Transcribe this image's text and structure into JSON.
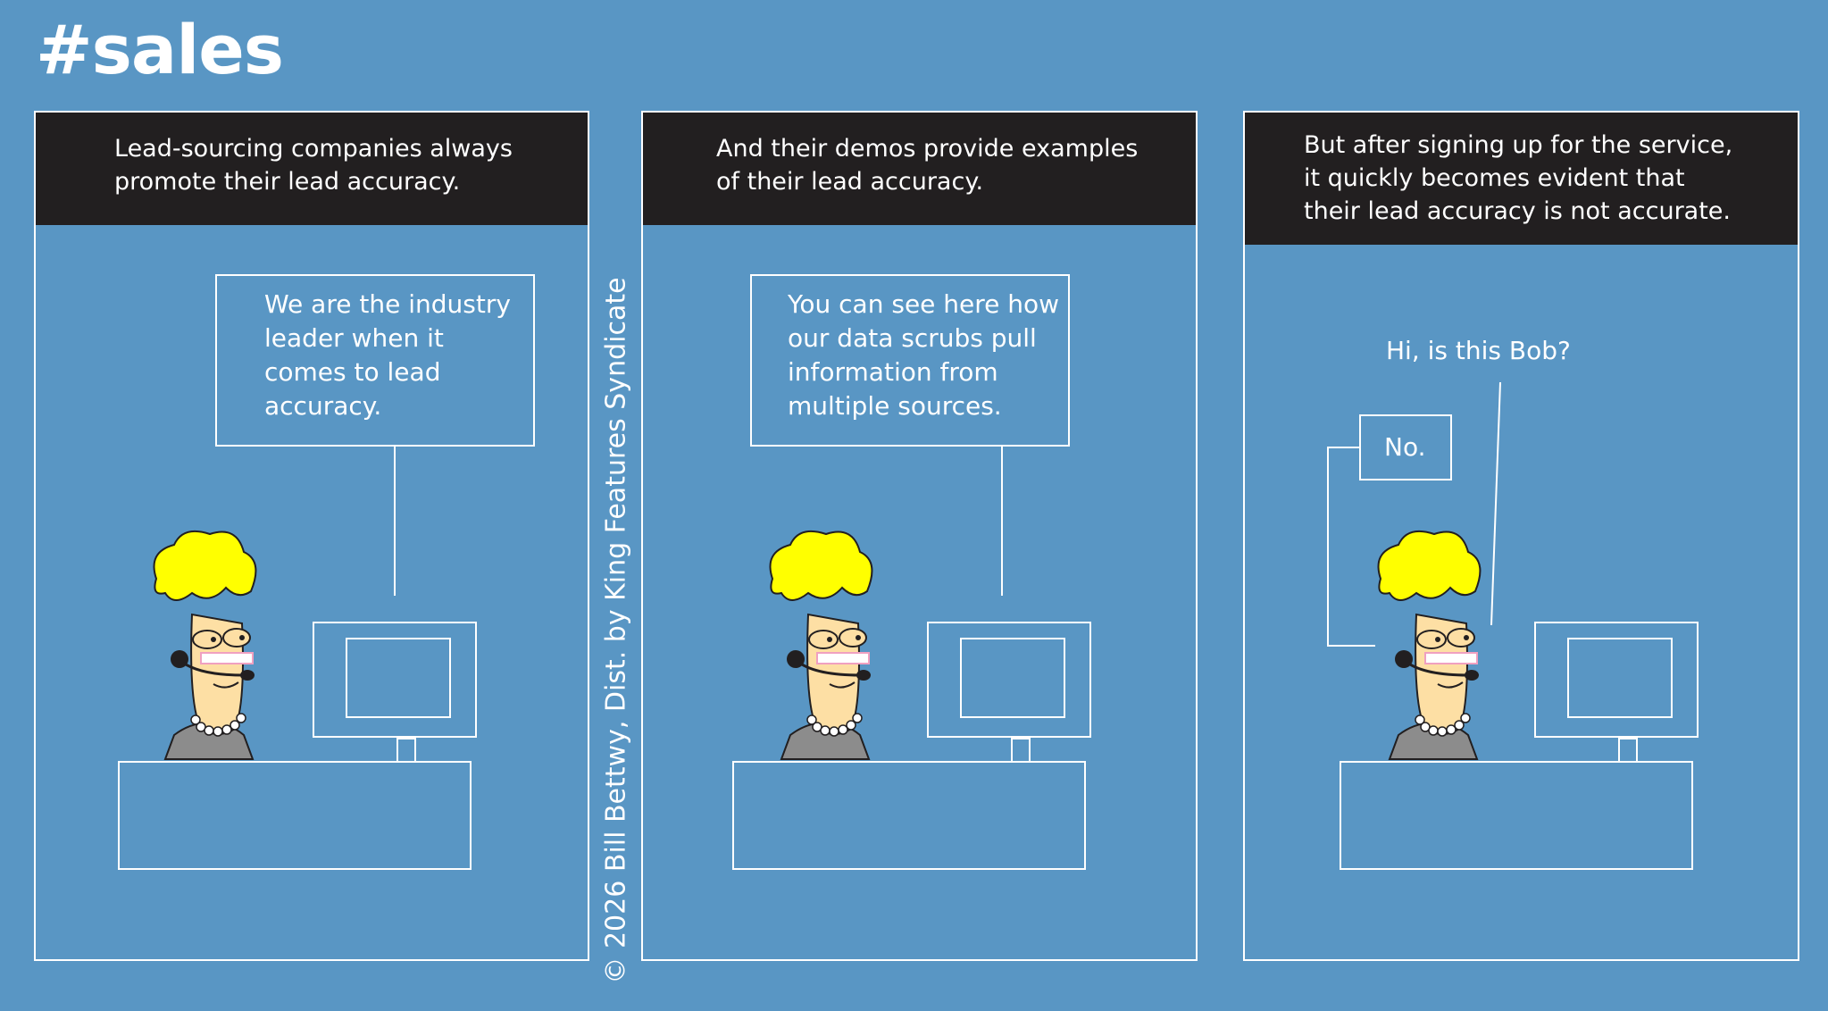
{
  "title": "#sales",
  "copyright": "© 2026 Bill Bettwy, Dist. by King Features Syndicate",
  "colors": {
    "background": "#5996c4",
    "caption_bg": "#221f20",
    "hair": "#ffff00",
    "skin": "#fddfa4",
    "sweater": "#8c8c8c"
  },
  "panels": [
    {
      "caption": "Lead-sourcing companies always\npromote their lead accuracy.",
      "speech": "We are the industry\nleader when it\ncomes to lead\naccuracy."
    },
    {
      "caption": "And their demos provide examples\nof their lead accuracy.",
      "speech": "You can see here how\nour data scrubs pull\ninformation from\nmultiple sources."
    },
    {
      "caption": "But after signing up for the service,\nit quickly becomes evident that\ntheir lead accuracy is not accurate.",
      "speech_caller": "Hi, is this Bob?",
      "speech_phone": "No."
    }
  ]
}
